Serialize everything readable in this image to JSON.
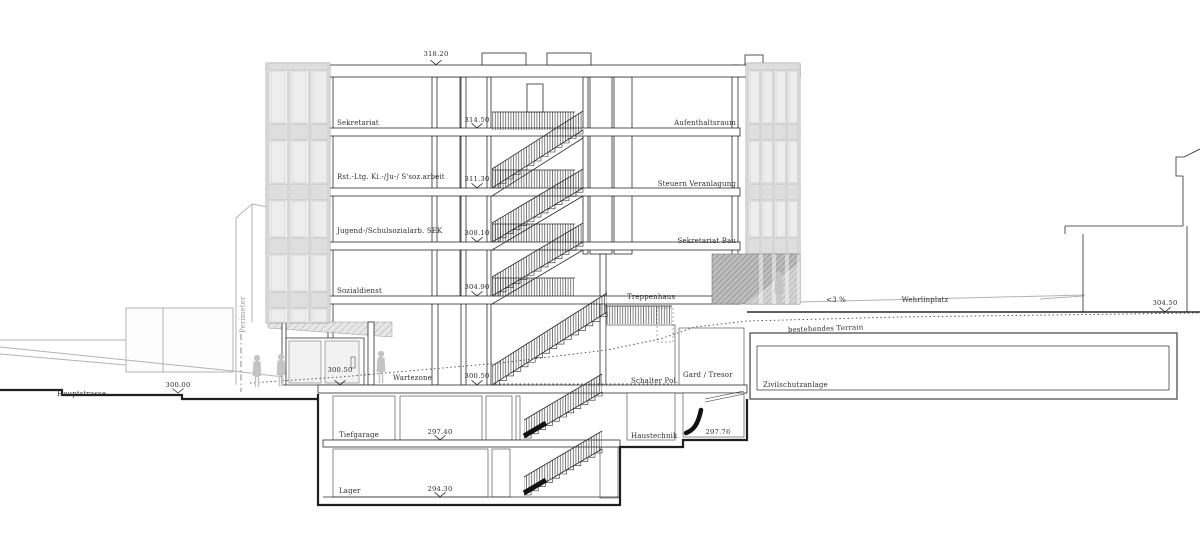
{
  "meta": {
    "drawing_type": "building cross-section",
    "colors": {
      "line": "#2a2a2a",
      "muted": "#9a9a9a",
      "figure": "#c4c4c4",
      "terrain_hatch": "#8b8b8b"
    }
  },
  "levels": {
    "roof": "318.20",
    "floor4": "314.50",
    "floor3": "311.30",
    "floor2": "308.10",
    "floor1": "304.90",
    "ground": "300.50",
    "ground_entrance": "300.50",
    "street": "300.00",
    "garage": "297.40",
    "storage": "294.30",
    "ramp": "297.76",
    "platz": "304.50"
  },
  "rooms": {
    "sekretariat": "Sekretariat",
    "aufenthaltsraum": "Aufenthaltsraum",
    "rst_ltg": "Rst.-Ltg. Ki.-/Ju-/ S'soz.arbeit",
    "steuern": "Steuern Veranlagung",
    "jugend": "Jugend-/Schulsozialarb. SEK",
    "sekretariat_bau": "Sekretariat Bau",
    "sozialdienst": "Sozialdienst",
    "treppenhaus": "Treppenhaus",
    "wartezone": "Wartezone",
    "schalter": "Schalter Pol.",
    "gard_tresor": "Gard / Tresor",
    "haustechnik": "Haustechnik",
    "tiefgarage": "Tiefgarage",
    "lager": "Lager",
    "zivilschutz": "Zivilschutzanlage"
  },
  "site": {
    "hauptstrasse": "Hauptstrasse",
    "perimeter": "Perimeter",
    "terrain": "bestehendes Terrain",
    "platz_name": "Wehrlinplatz",
    "slope": "<3 %"
  }
}
